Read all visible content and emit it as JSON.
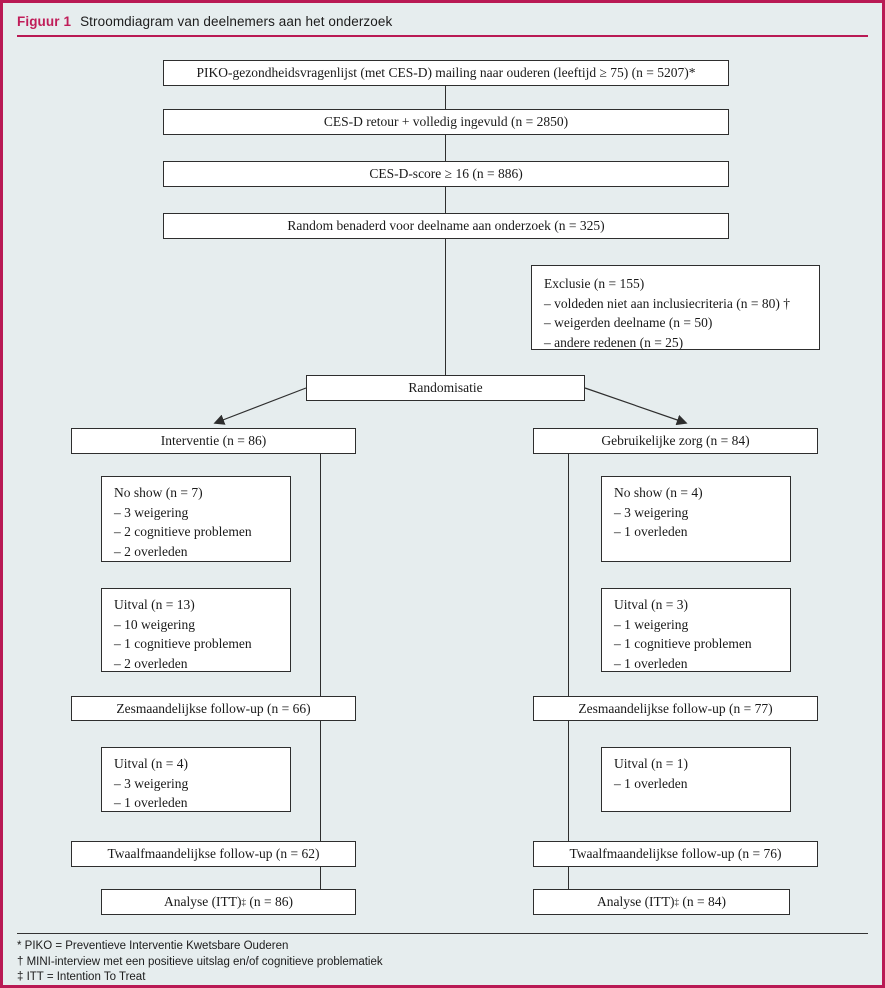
{
  "figure": {
    "label": "Figuur 1",
    "title": "Stroomdiagram van deelnemers aan het onderzoek"
  },
  "colors": {
    "accent": "#b91a54",
    "background": "#e6edee",
    "box_border": "#2e2e2e",
    "box_fill": "#ffffff"
  },
  "flow": {
    "top_boxes": [
      "PIKO-gezondheidsvragenlijst (met CES-D) mailing naar ouderen (leeftijd ≥ 75) (n = 5207)*",
      "CES-D retour + volledig ingevuld (n = 2850)",
      "CES-D-score ≥ 16 (n = 886)",
      "Random benaderd voor deelname aan onderzoek (n = 325)"
    ],
    "exclusion": {
      "title": "Exclusie (n = 155)",
      "items": [
        "– voldeden niet aan inclusiecriteria (n = 80) †",
        "– weigerden deelname (n = 50)",
        "– andere redenen (n = 25)"
      ]
    },
    "randomisation": "Randomisatie",
    "left": {
      "arm": "Interventie (n = 86)",
      "no_show": {
        "title": "No show (n = 7)",
        "items": [
          "– 3 weigering",
          "– 2 cognitieve problemen",
          "– 2 overleden"
        ]
      },
      "dropout1": {
        "title": "Uitval (n = 13)",
        "items": [
          "– 10 weigering",
          "– 1 cognitieve problemen",
          "– 2 overleden"
        ]
      },
      "followup6": "Zesmaandelijkse follow-up (n = 66)",
      "dropout2": {
        "title": "Uitval (n = 4)",
        "items": [
          "– 3 weigering",
          "– 1 overleden"
        ]
      },
      "followup12": "Twaalfmaandelijkse follow-up (n = 62)",
      "analysis": {
        "pre": "Analyse (ITT)",
        "sup": "‡",
        "post": " (n = 86)"
      }
    },
    "right": {
      "arm": "Gebruikelijke zorg (n = 84)",
      "no_show": {
        "title": "No show (n = 4)",
        "items": [
          "– 3 weigering",
          "– 1 overleden"
        ]
      },
      "dropout1": {
        "title": "Uitval (n = 3)",
        "items": [
          "– 1 weigering",
          "– 1 cognitieve problemen",
          "– 1 overleden"
        ]
      },
      "followup6": "Zesmaandelijkse follow-up (n = 77)",
      "dropout2": {
        "title": "Uitval (n = 1)",
        "items": [
          "– 1 overleden"
        ]
      },
      "followup12": "Twaalfmaandelijkse follow-up (n = 76)",
      "analysis": {
        "pre": "Analyse (ITT)",
        "sup": "‡",
        "post": " (n = 84)"
      }
    }
  },
  "footnotes": [
    "* PIKO = Preventieve Interventie Kwetsbare Ouderen",
    "† MINI-interview met een positieve uitslag en/of cognitieve problematiek",
    "‡ ITT = Intention To Treat"
  ]
}
